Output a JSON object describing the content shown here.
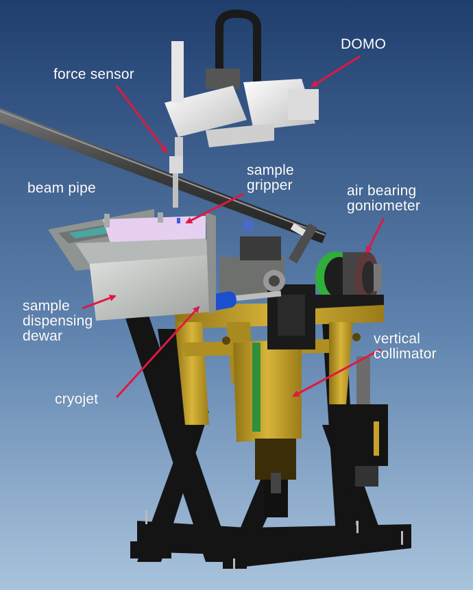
{
  "title": "",
  "labels": {
    "domo": "DOMO",
    "force_sensor": "force sensor",
    "sample_gripper": "sample\ngripper",
    "beam_pipe": "beam pipe",
    "air_bearing_goniometer": "air bearing\ngoniometer",
    "sample_dispensing_dewar": "sample\ndispensing\ndewar",
    "vertical_collimator": "vertical\ncollimator",
    "cryojet": "cryojet"
  },
  "colors": {
    "background_top": "#1f3e6e",
    "background_bottom": "#a9c3dc",
    "label_text": "#ffffff",
    "arrow": "#e01842",
    "frame_gold": "#c9a32a",
    "stand_black": "#141414",
    "robot_white": "#eeeeee",
    "dewar_grey": "#c4c8c6",
    "cryojet_blue": "#1c4fd0",
    "goniometer_green": "#2fae3a"
  }
}
